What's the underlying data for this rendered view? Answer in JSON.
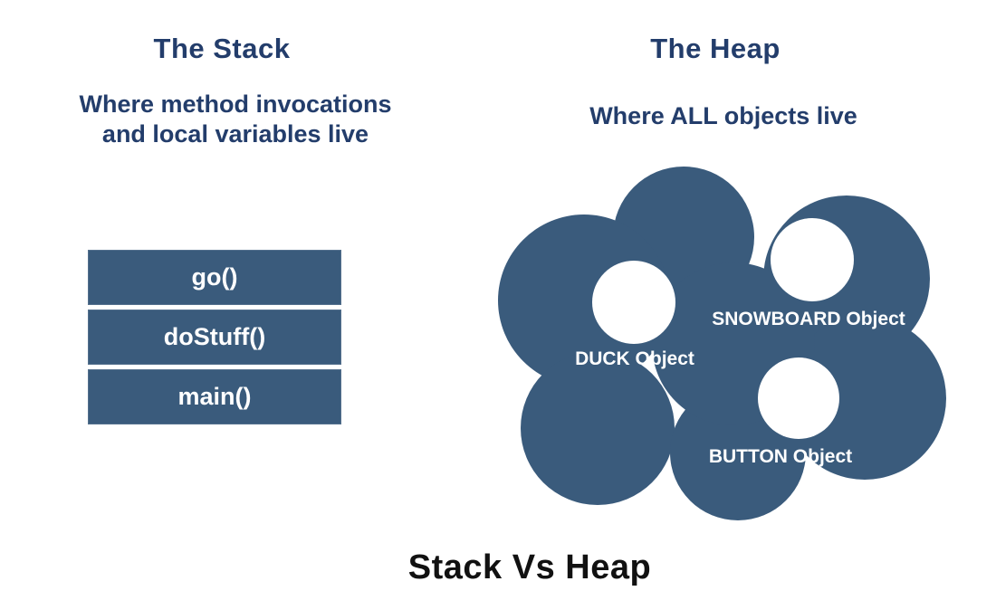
{
  "colors": {
    "heading": "#233d6b",
    "shape_fill": "#3a5b7c",
    "shape_border": "#54708d",
    "label_text": "#ffffff",
    "footer_text": "#111111",
    "background": "#ffffff"
  },
  "stack": {
    "title": "The Stack",
    "subtitle_line1": "Where method invocations",
    "subtitle_line2": "and local variables live",
    "frames": [
      {
        "label": "go()"
      },
      {
        "label": "doStuff()"
      },
      {
        "label": "main()"
      }
    ]
  },
  "heap": {
    "title": "The Heap",
    "subtitle": "Where ALL objects live",
    "objects": [
      {
        "label": "DUCK Object"
      },
      {
        "label": "SNOWBOARD Object"
      },
      {
        "label": "BUTTON Object"
      }
    ]
  },
  "footer": {
    "title": "Stack Vs Heap"
  }
}
